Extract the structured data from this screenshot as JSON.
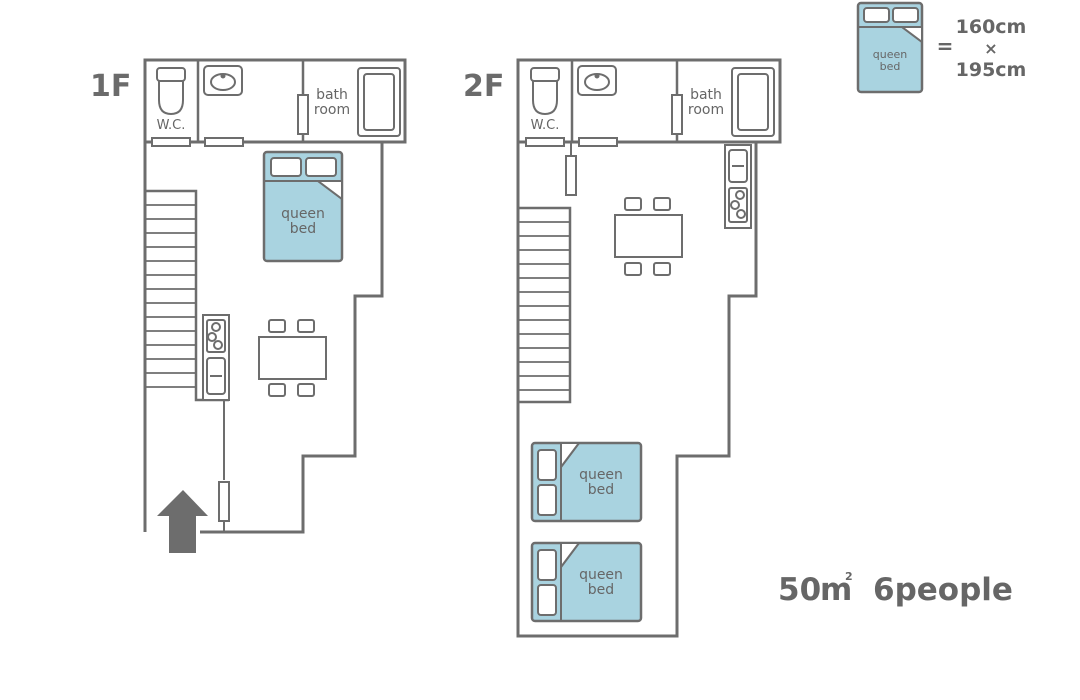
{
  "floors": [
    {
      "label": "1F"
    },
    {
      "label": "2F"
    }
  ],
  "rooms": {
    "wc": "W.C.",
    "bath_line1": "bath",
    "bath_line2": "room"
  },
  "bed": {
    "line1": "queen",
    "line2": "bed"
  },
  "legend": {
    "equals": "=",
    "width": "160cm",
    "times": "×",
    "length": "195cm"
  },
  "summary": {
    "area_number": "50",
    "area_unit": "m",
    "area_superscript": "2",
    "people": "6people"
  },
  "colors": {
    "wall": "#6d6d6d",
    "bed_fill": "#a9d3e0",
    "text": "#666666"
  }
}
